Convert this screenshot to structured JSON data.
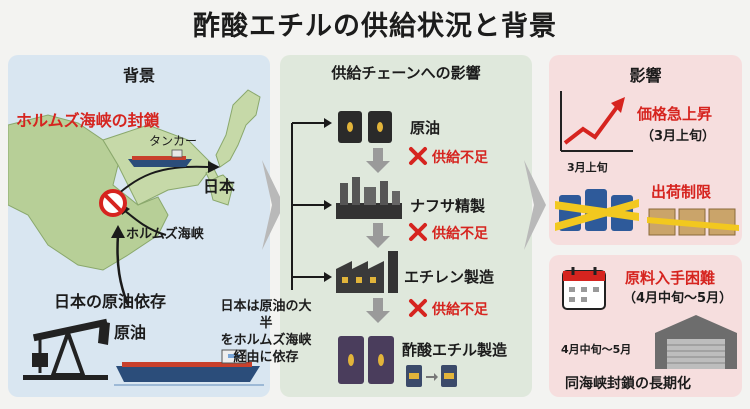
{
  "title": "酢酸エチルの供給状況と背景",
  "left": {
    "heading": "背景",
    "hormuz_blockade": "ホルムズ海峡の封鎖",
    "tanker": "タンカー",
    "japan": "日本",
    "hormuz_strait": "ホルムズ海峡",
    "dependence": "日本の原油依存",
    "crude": "原油"
  },
  "middle": {
    "heading": "供給チェーンへの影響",
    "steps": [
      "原油",
      "ナフサ精製",
      "エチレン製造",
      "酢酸エチル製造"
    ],
    "shortage": "供給不足",
    "note": [
      "日本は原油の大半",
      "をホルムズ海峡",
      "経由に依存"
    ]
  },
  "right": {
    "heading": "影響",
    "price_surge": "価格急上昇",
    "price_period": "（3月上旬）",
    "chart_label": "3月上旬",
    "shipping_limit": "出荷制限",
    "procurement": "原料入手困難",
    "procurement_period": "（4月中旬～5月）",
    "warehouse_label": "4月中旬～5月",
    "prolonged": "同海峡封鎖の長期化"
  },
  "colors": {
    "red": "#d6241f",
    "left_bg": "#d9e6f1",
    "mid_bg": "#dfe8dc",
    "right_bg": "#f6dede"
  }
}
